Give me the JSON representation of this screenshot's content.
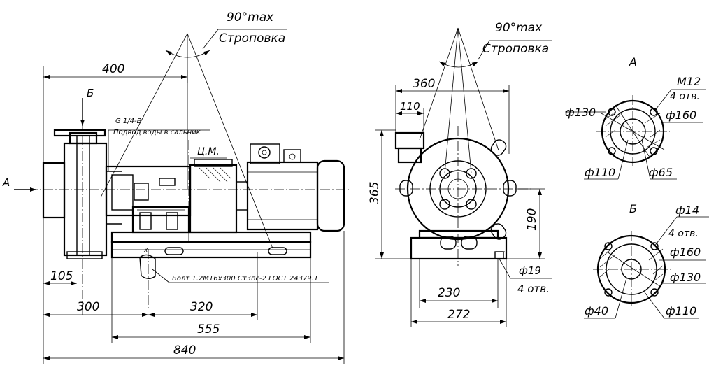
{
  "labels": {
    "angle": "90°max",
    "slinging": "Строповка",
    "view_a": "A",
    "view_b": "Б",
    "arrow_a": "A",
    "arrow_b": "Б",
    "thread": "G 1/4-B",
    "water_supply": "Подвод воды в сальник",
    "center_mass": "Ц.М.",
    "bolt": "Болт 1.2М16х300 Ст3пс-2 ГОСТ 24379.1",
    "holes": "4 отв."
  },
  "side_view_dims": {
    "d400": "400",
    "d105": "105",
    "d300": "300",
    "d320": "320",
    "d555": "555",
    "d840": "840"
  },
  "end_view_dims": {
    "d360": "360",
    "d110": "110",
    "d365": "365",
    "d190": "190",
    "d230": "230",
    "d272": "272",
    "d19": "ф19"
  },
  "flange_a": {
    "thread": "М12",
    "d130": "ф130",
    "d160": "ф160",
    "d110": "ф110",
    "d65": "ф65"
  },
  "flange_b": {
    "d14": "ф14",
    "d160": "ф160",
    "d130": "ф130",
    "d40": "ф40",
    "d110": "ф110"
  }
}
